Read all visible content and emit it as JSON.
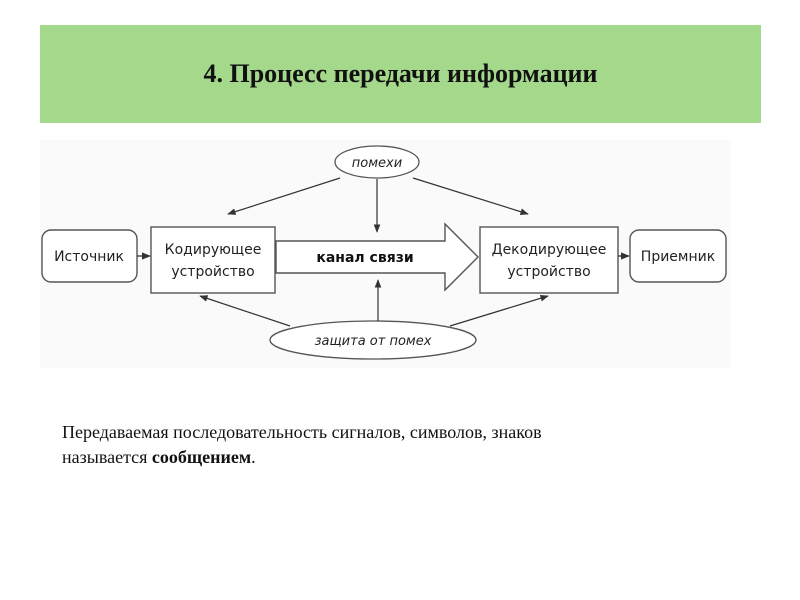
{
  "slide": {
    "title": "4. Процесс передачи информации"
  },
  "diagram": {
    "source": "Источник",
    "encoder": [
      "Кодирующее",
      "устройство"
    ],
    "channel": "канал связи",
    "decoder": [
      "Декодирующее",
      "устройство"
    ],
    "receiver": "Приемник",
    "noise": "помехи",
    "protection": "защита от помех"
  },
  "caption": {
    "line1": "Передаваемая последовательность сигналов,  символов, знаков",
    "line2_prefix": "называется ",
    "line2_bold": "сообщением",
    "line2_suffix": "."
  },
  "colors": {
    "title_band": "#a4d98c",
    "stroke": "#444444"
  }
}
